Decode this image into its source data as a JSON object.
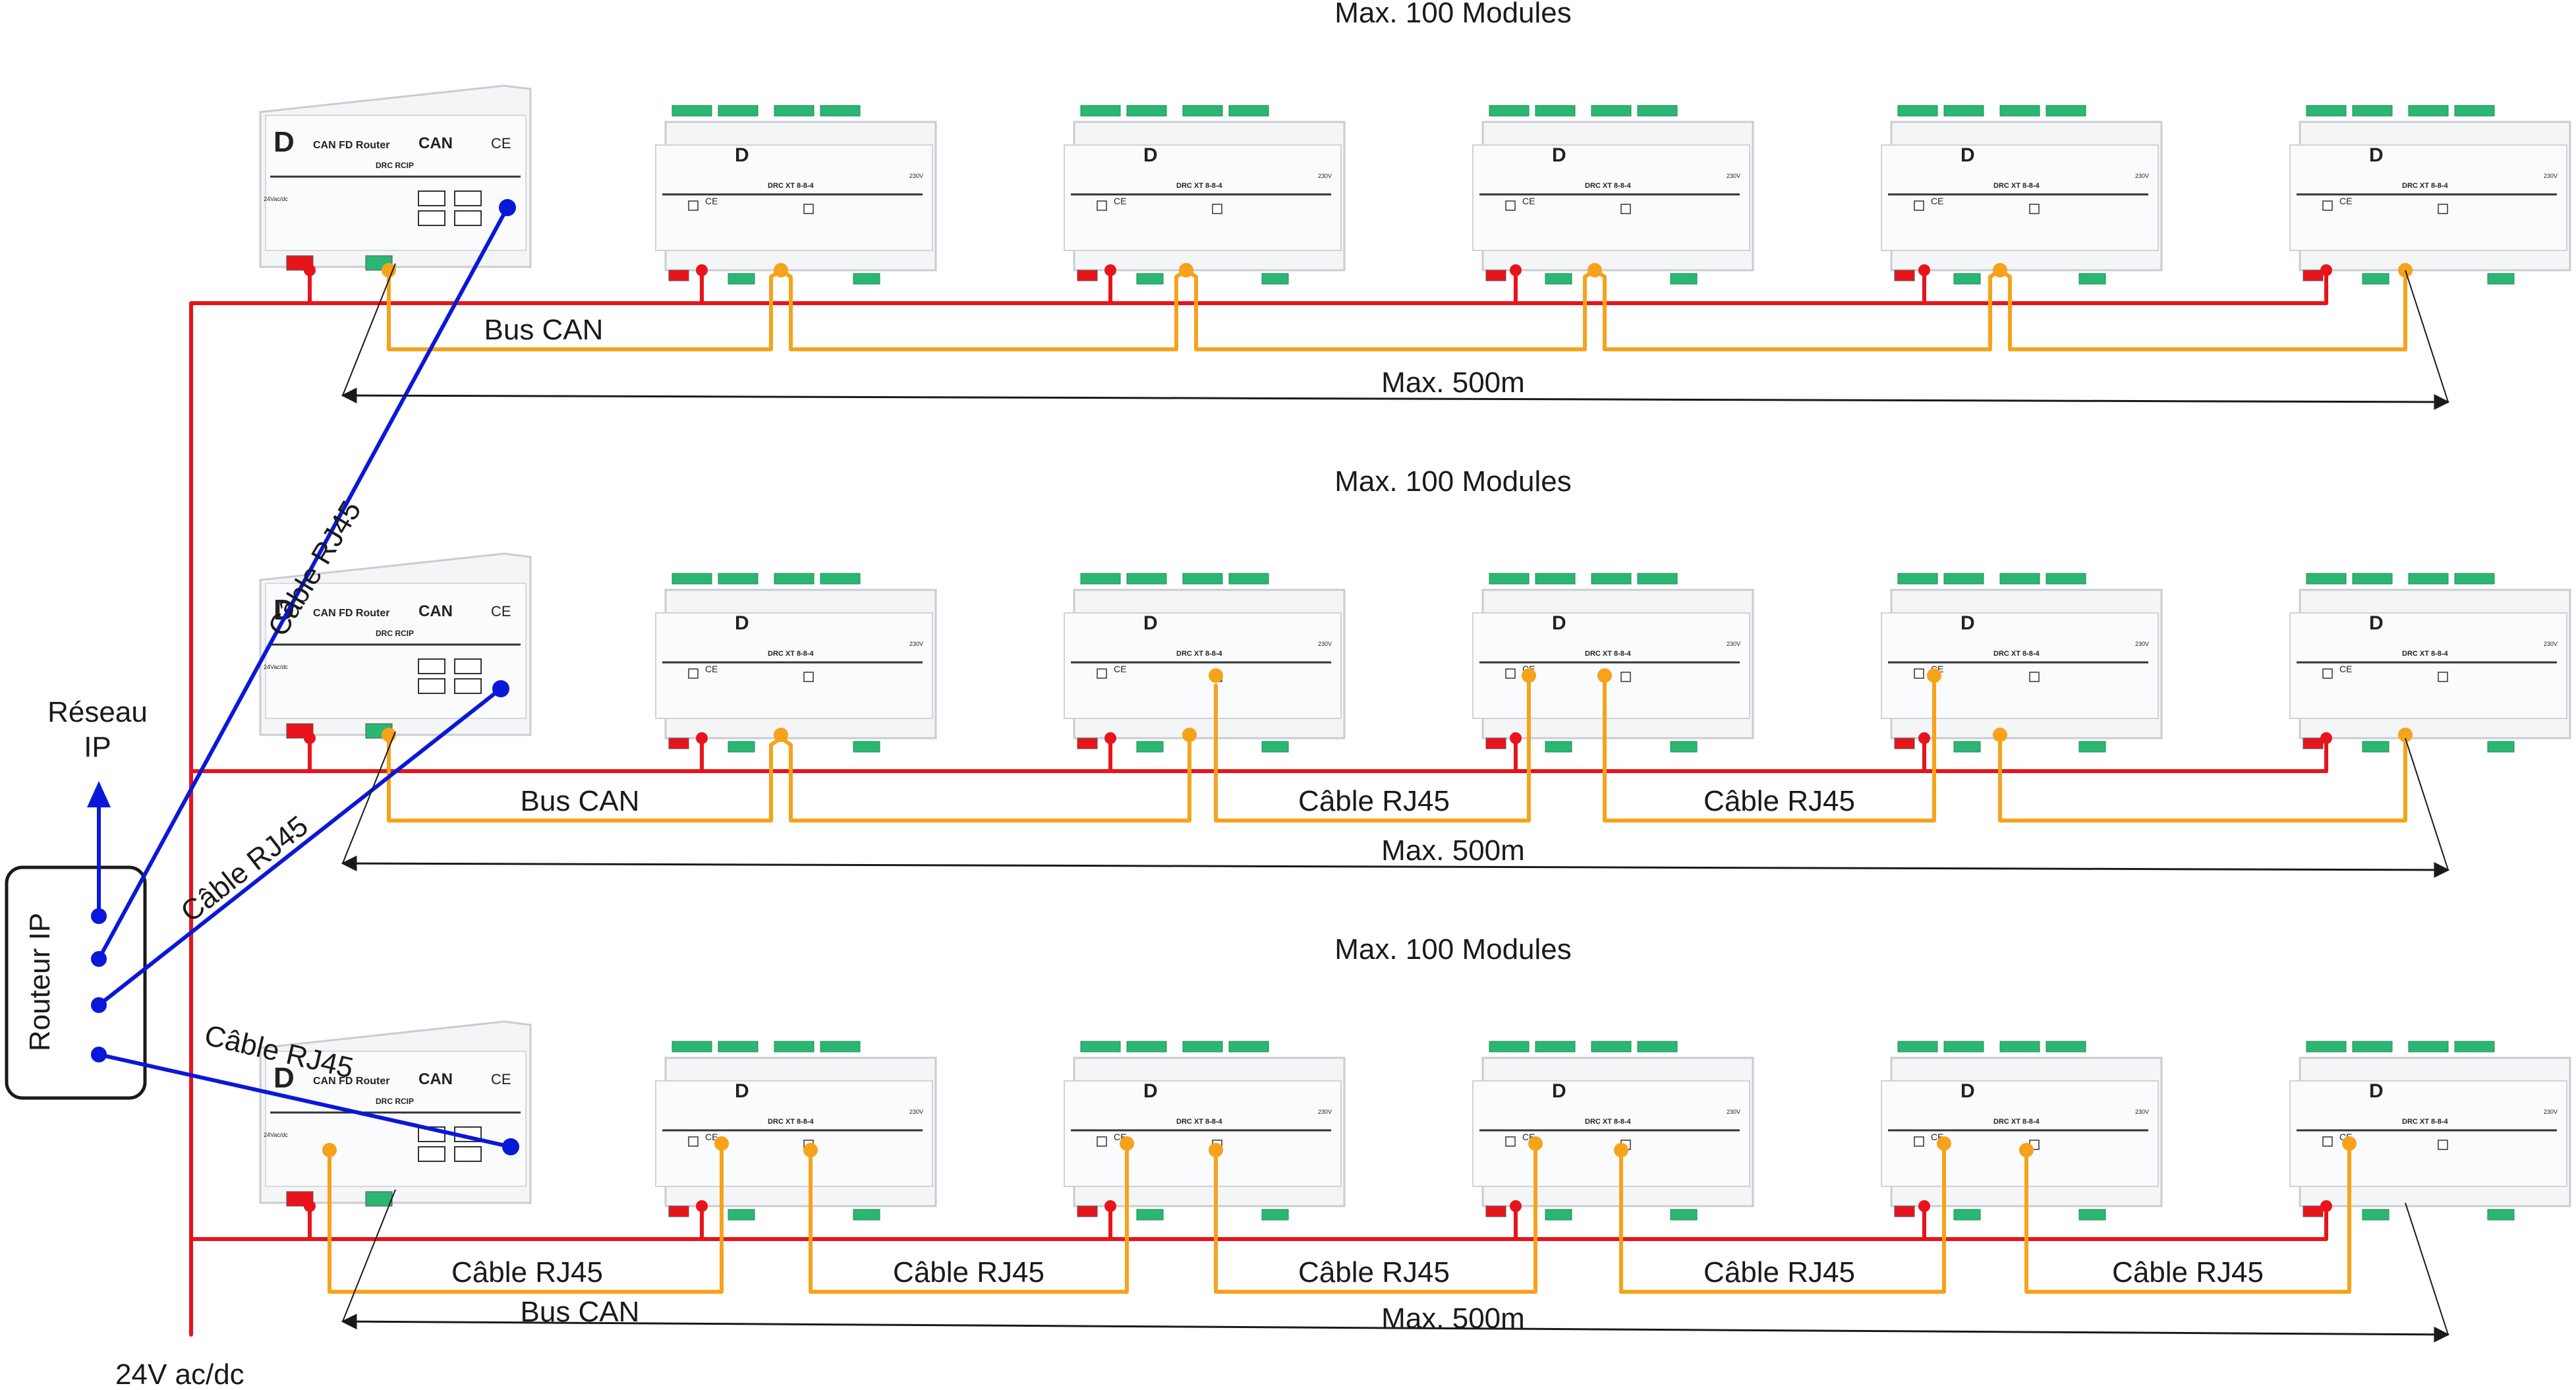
{
  "labels": {
    "max_modules": "Max. 100  Modules",
    "bus_can": "Bus CAN",
    "max_distance": "Max. 500m",
    "cable_rj45": "Câble RJ45",
    "network_line1": "Réseau",
    "network_line2": "IP",
    "router_ip": "Routeur IP",
    "power": "24V ac/dc"
  },
  "router_device": {
    "title": "CAN FD Router",
    "model": "DRC RCIP",
    "can_logo": "CAN",
    "ce_mark": "CE",
    "power_label": "24Vac/dc"
  },
  "io_module": {
    "model": "DRC XT 8-8-4",
    "power_label": "230V",
    "ce_mark": "CE"
  },
  "rows": [
    {
      "name": "row-1",
      "bus_type": "can"
    },
    {
      "name": "row-2",
      "bus_type": "mixed"
    },
    {
      "name": "row-3",
      "bus_type": "rj45"
    }
  ],
  "colors": {
    "power_line": "#e8141b",
    "can_bus": "#f7a21b",
    "ethernet": "#0a18d8",
    "device_body": "#f4f5f7",
    "terminal_green": "#2bb673",
    "outline": "#1a1a1a"
  }
}
